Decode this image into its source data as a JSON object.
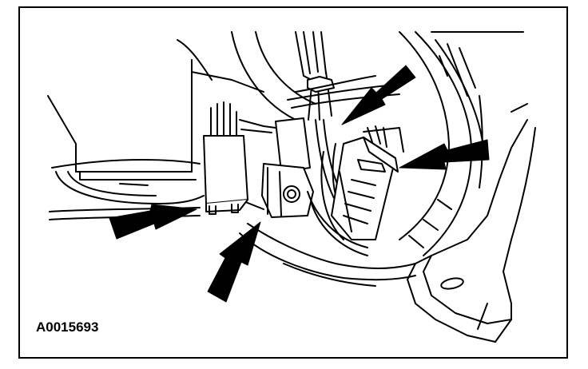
{
  "figure": {
    "id_label": "A0015693"
  },
  "colors": {
    "line": "#000000",
    "background": "#ffffff"
  },
  "callout_arrows": [
    {
      "name": "arrow-left-connector"
    },
    {
      "name": "arrow-bottom-connector"
    },
    {
      "name": "arrow-top-harness"
    },
    {
      "name": "arrow-right-connector"
    }
  ]
}
